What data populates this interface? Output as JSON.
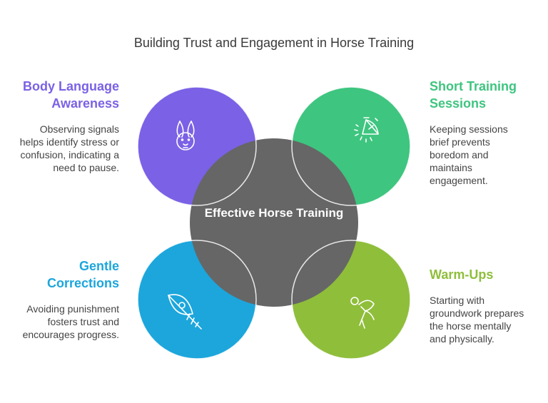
{
  "title": "Building Trust and Engagement in Horse Training",
  "center": {
    "label": "Effective Horse Training",
    "color": "#666666"
  },
  "nodes": [
    {
      "id": "body-language",
      "heading": "Body Language Awareness",
      "description": "Observing signals helps identify stress or confusion, indicating a need to pause.",
      "color": "#7b61e5",
      "icon": "rabbit-icon"
    },
    {
      "id": "short-sessions",
      "heading": "Short Training Sessions",
      "description": "Keeping sessions brief prevents boredom and maintains engagement.",
      "color": "#3ec57f",
      "icon": "timer-icon"
    },
    {
      "id": "gentle-corrections",
      "heading": "Gentle Corrections",
      "description": "Avoiding punishment fosters trust and encourages progress.",
      "color": "#1ca6dc",
      "icon": "feather-icon"
    },
    {
      "id": "warm-ups",
      "heading": "Warm-Ups",
      "description": "Starting with groundwork prepares the horse mentally and physically.",
      "color": "#8fbe3b",
      "icon": "stretching-person-icon"
    }
  ]
}
